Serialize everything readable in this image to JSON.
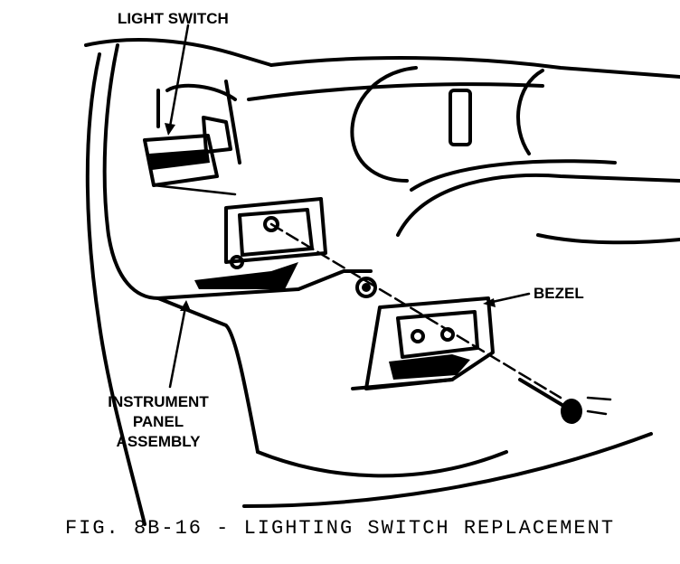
{
  "labels": {
    "light_switch": "LIGHT SWITCH",
    "bezel": "BEZEL",
    "instrument_panel_line1": "INSTRUMENT",
    "instrument_panel_line2": "PANEL",
    "instrument_panel_line3": "ASSEMBLY"
  },
  "caption": "FIG. 8B-16 - LIGHTING SWITCH REPLACEMENT"
}
